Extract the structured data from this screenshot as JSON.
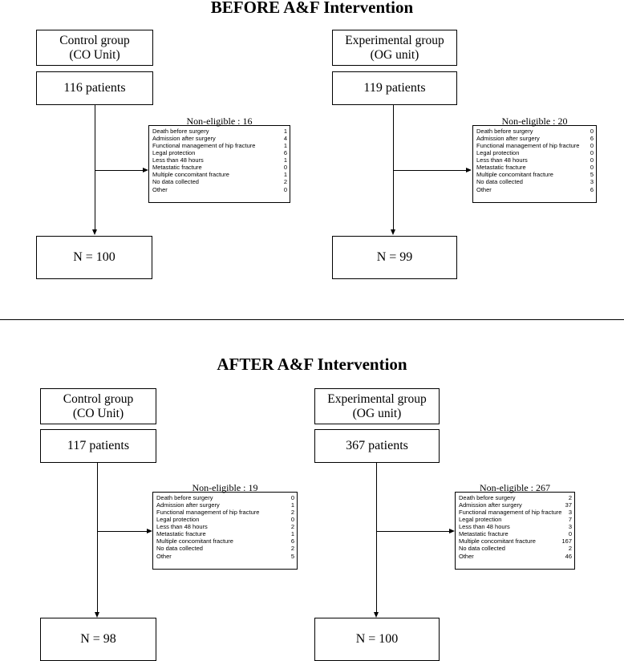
{
  "before": {
    "title": "BEFORE A&F Intervention",
    "control": {
      "group_line1": "Control group",
      "group_line2": "(CO Unit)",
      "patients": "116 patients",
      "noneligible_title": "Non-eligible : 16",
      "rows": [
        {
          "label": "Death before surgery",
          "value": "1"
        },
        {
          "label": "Admission after surgery",
          "value": "4"
        },
        {
          "label": "Functional management of hip fracture",
          "value": "1"
        },
        {
          "label": "Legal protection",
          "value": "6"
        },
        {
          "label": "Less than 48 hours",
          "value": "1"
        },
        {
          "label": "Metastatic fracture",
          "value": "0"
        },
        {
          "label": "Multiple concomitant fracture",
          "value": "1"
        },
        {
          "label": "No data collected",
          "value": "2"
        },
        {
          "label": "Other",
          "value": "0"
        }
      ],
      "result": "N = 100"
    },
    "experimental": {
      "group_line1": "Experimental group",
      "group_line2": "(OG unit)",
      "patients": "119 patients",
      "noneligible_title": "Non-eligible : 20",
      "rows": [
        {
          "label": "Death before surgery",
          "value": "0"
        },
        {
          "label": "Admission after surgery",
          "value": "6"
        },
        {
          "label": "Functional management of hip fracture",
          "value": "0"
        },
        {
          "label": "Legal protection",
          "value": "0"
        },
        {
          "label": "Less than 48 hours",
          "value": "0"
        },
        {
          "label": "Metastatic fracture",
          "value": "0"
        },
        {
          "label": "Multiple concomitant fracture",
          "value": "5"
        },
        {
          "label": "No data collected",
          "value": "3"
        },
        {
          "label": "Other",
          "value": "6"
        }
      ],
      "result": "N = 99"
    }
  },
  "after": {
    "title": "AFTER A&F Intervention",
    "control": {
      "group_line1": "Control group",
      "group_line2": "(CO Unit)",
      "patients": "117 patients",
      "noneligible_title": "Non-eligible : 19",
      "rows": [
        {
          "label": "Death before surgery",
          "value": "0"
        },
        {
          "label": "Admission after surgery",
          "value": "1"
        },
        {
          "label": "Functional management of hip fracture",
          "value": "2"
        },
        {
          "label": "Legal protection",
          "value": "0"
        },
        {
          "label": "Less than 48 hours",
          "value": "2"
        },
        {
          "label": "Metastatic fracture",
          "value": "1"
        },
        {
          "label": "Multiple concomitant fracture",
          "value": "6"
        },
        {
          "label": "No data collected",
          "value": "2"
        },
        {
          "label": "Other",
          "value": "5"
        }
      ],
      "result": "N = 98"
    },
    "experimental": {
      "group_line1": "Experimental group",
      "group_line2": "(OG unit)",
      "patients": "367 patients",
      "noneligible_title": "Non-eligible : 267",
      "rows": [
        {
          "label": "Death before surgery",
          "value": "2"
        },
        {
          "label": "Admission after surgery",
          "value": "37"
        },
        {
          "label": "Functional management of hip fracture",
          "value": "3"
        },
        {
          "label": "Legal protection",
          "value": "7"
        },
        {
          "label": "Less than 48 hours",
          "value": "3"
        },
        {
          "label": "Metastatic fracture",
          "value": "0"
        },
        {
          "label": "Multiple concomitant fracture",
          "value": "167"
        },
        {
          "label": "No data collected",
          "value": "2"
        },
        {
          "label": "Other",
          "value": "46"
        }
      ],
      "result": "N = 100"
    }
  }
}
